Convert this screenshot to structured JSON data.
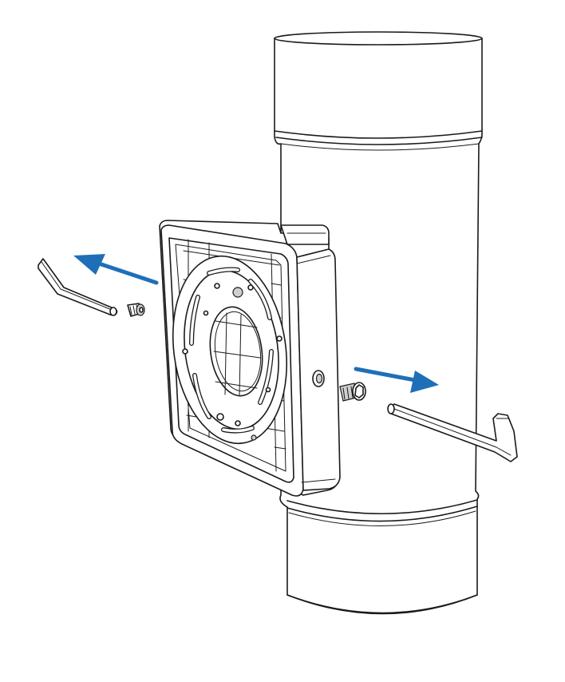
{
  "colors": {
    "line": "#1a1a1a",
    "arrow": "#1f6fb8",
    "background": "#ffffff"
  },
  "parts": {
    "pole": "cylindrical-pole",
    "bracket": "square-mounting-bracket",
    "plate": "circular-mounting-plate",
    "screw_left": "hex-socket-screw",
    "screw_right": "hex-socket-screw",
    "key_left": "hex-key",
    "key_right": "hex-key"
  },
  "arrows": [
    {
      "id": "arrow-left",
      "direction": "outward-left"
    },
    {
      "id": "arrow-right",
      "direction": "outward-right"
    }
  ]
}
